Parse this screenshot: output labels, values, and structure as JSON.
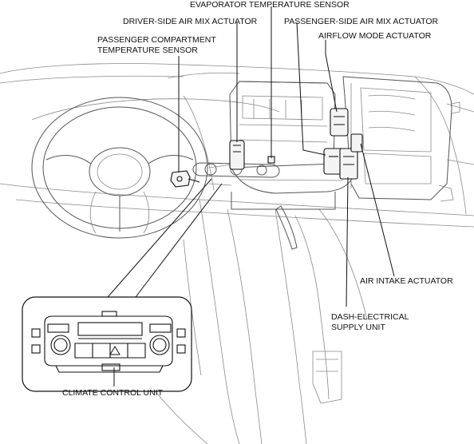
{
  "labels": {
    "evaporator_temperature_sensor": "EVAPORATOR TEMPERATURE SENSOR",
    "driver_side_air_mix_actuator": "DRIVER-SIDE AIR MIX ACTUATOR",
    "passenger_side_air_mix_actuator": "PASSENGER-SIDE AIR MIX ACTUATOR",
    "airflow_mode_actuator": "AIRFLOW MODE ACTUATOR",
    "passenger_compartment_temperature_sensor_line1": "PASSENGER COMPARTMENT",
    "passenger_compartment_temperature_sensor_line2": "TEMPERATURE SENSOR",
    "air_intake_actuator": "AIR INTAKE ACTUATOR",
    "dash_electrical_supply_unit_line1": "DASH-ELECTRICAL",
    "dash_electrical_supply_unit_line2": "SUPPLY UNIT",
    "climate_control_unit": "CLIMATE CONTROL UNIT"
  }
}
